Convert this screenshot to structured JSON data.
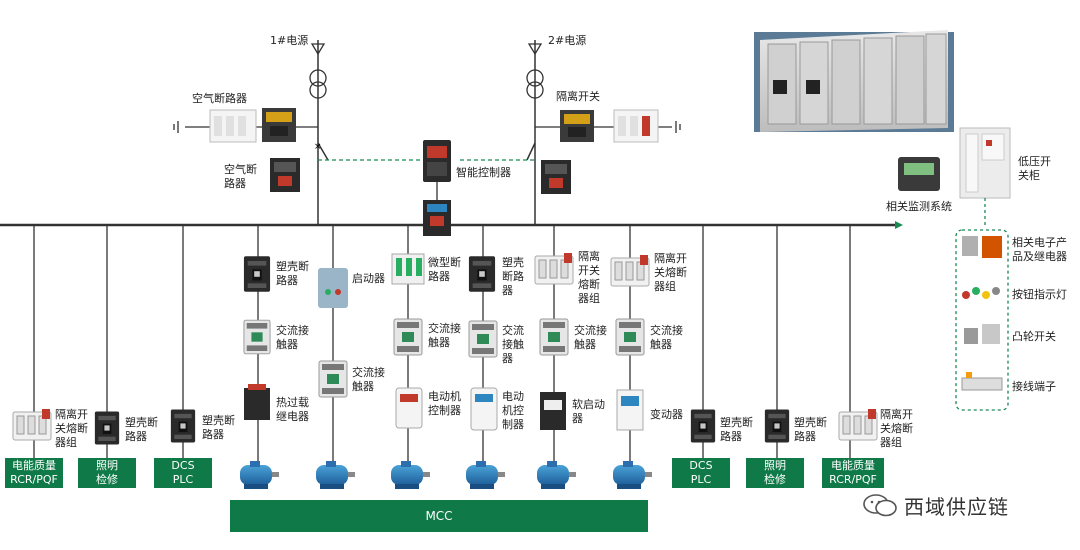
{
  "sources": {
    "src1": "1#电源",
    "src2": "2#电源"
  },
  "top_labels": {
    "air_breaker_top": "空气断路器",
    "air_breaker_left": "空气断\n路器",
    "isolating_switch": "隔离开关",
    "smart_controller": "智能控制器"
  },
  "right_panel": {
    "lv_cabinet": "低压开\n关柜",
    "monitoring": "相关监测系统",
    "items": [
      "相关电子产\n品及继电器",
      "按钮指示灯",
      "凸轮开关",
      "接线端子"
    ]
  },
  "feeder_labels": {
    "left_iso": "隔离开\n关熔断\n器组",
    "left_mccb": "塑壳断\n路器",
    "left_mccb2": "塑壳断\n路器",
    "c1_mccb": "塑壳断\n路器",
    "c1_contactor": "交流接\n触器",
    "c1_thermal": "热过载\n继电器",
    "c2_starter": "启动器",
    "c2_contactor": "交流接\n触器",
    "c3_mcb": "微型断\n路器",
    "c3_contactor": "交流接\n触器",
    "c3_motor_ctrl": "电动机\n控制器",
    "c4_mccb": "塑壳\n断路\n器",
    "c4_contactor": "交流\n接触\n器",
    "c4_motor_ctrl": "电动\n机控\n制器",
    "c5_iso": "隔离\n开关\n熔断\n器组",
    "c5_contactor": "交流接\n触器",
    "c5_soft": "软启动\n器",
    "c6_iso": "隔离开\n关熔断\n器组",
    "c6_contactor": "交流接\n触器",
    "c6_vfd": "变动器",
    "right_mccb": "塑壳断\n路器",
    "right_mccb2": "塑壳断\n路器",
    "right_iso": "隔离开\n关熔断\n器组"
  },
  "bottom_boxes": [
    "电能质量\nRCR/PQF",
    "照明\n检修",
    "DCS\nPLC",
    "DCS\nPLC",
    "照明\n检修",
    "电能质量\nRCR/PQF"
  ],
  "mcc": "MCC",
  "watermark": "西域供应链",
  "colors": {
    "bus": "#333333",
    "green": "#0f7a48",
    "dashed": "#1a8a55"
  }
}
